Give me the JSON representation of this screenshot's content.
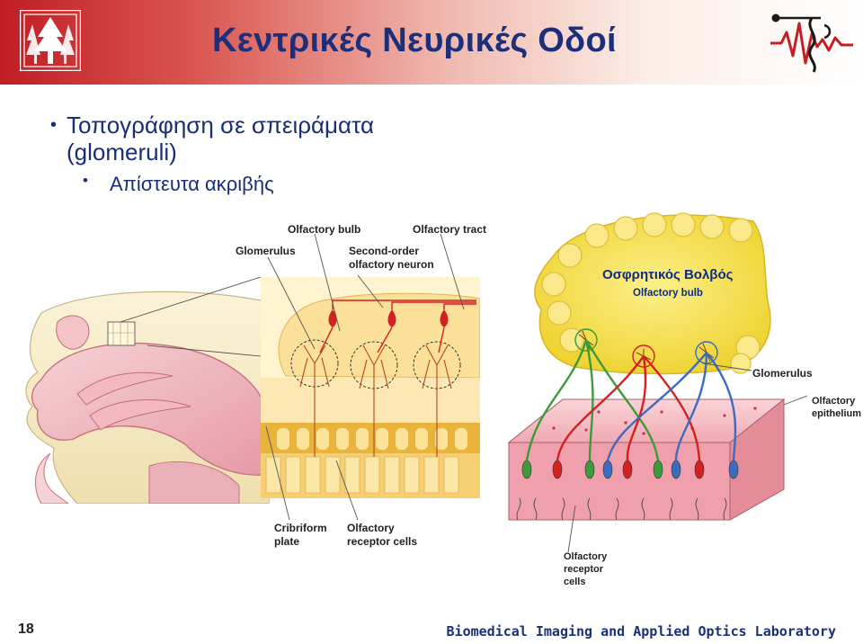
{
  "slide": {
    "title": "Κεντρικές Νευρικές Οδοί",
    "page_number": "18",
    "footer": "Biomedical Imaging and Applied Optics Laboratory"
  },
  "bullets": {
    "level1": "Τοπογράφηση σε σπειράματα (glomeruli)",
    "level2": "Απίστευτα ακριβής"
  },
  "figure_left": {
    "olfactory_bulb": "Olfactory bulb",
    "olfactory_tract": "Olfactory tract",
    "glomerulus": "Glomerulus",
    "second_order_line1": "Second-order",
    "second_order_line2": "olfactory neuron",
    "cribriform_line1": "Cribriform",
    "cribriform_line2": "plate",
    "receptor_line1": "Olfactory",
    "receptor_line2": "receptor cells"
  },
  "figure_right": {
    "bulb_greek": "Οσφρητικός Βολβός",
    "bulb_english": "Olfactory bulb",
    "glomerulus": "Glomerulus",
    "epithelium_line1": "Olfactory",
    "epithelium_line2": "epithelium",
    "receptor_line1": "Olfactory",
    "receptor_line2": "receptor",
    "receptor_line3": "cells"
  },
  "colors": {
    "title": "#1c2f7a",
    "banner_red": "#c01e24",
    "bulb_yellow": "#f7e04a",
    "neuron_red": "#d42020",
    "neuron_green": "#3d9a3a",
    "neuron_blue": "#3b6cc0"
  },
  "icons": [
    "university-logo-icon",
    "lab-logo-icon"
  ]
}
